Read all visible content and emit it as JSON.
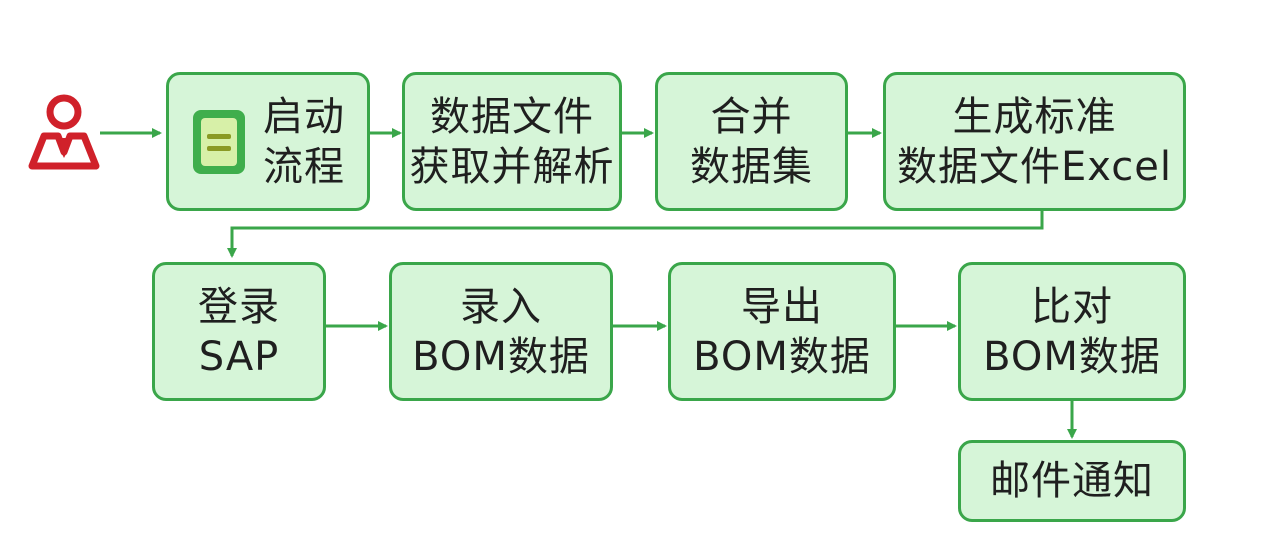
{
  "colors": {
    "box_fill": "#d6f5d8",
    "box_border": "#3aa64a",
    "arrow": "#3aa64a",
    "user_icon": "#d0212a",
    "start_icon_fill": "#3fae4c",
    "start_icon_inner": "#d7f0a8",
    "text": "#1f1f1f"
  },
  "icons": {
    "actor": "user-icon",
    "start": "document-list-icon"
  },
  "steps": {
    "start": {
      "line1": "启动",
      "line2": "流程"
    },
    "fetch_parse": {
      "line1": "数据文件",
      "line2": "获取并解析"
    },
    "merge": {
      "line1": "合并",
      "line2": "数据集"
    },
    "generate_excel": {
      "line1": "生成标准",
      "line2": "数据文件Excel"
    },
    "login_sap": {
      "line1": "登录",
      "line2": "SAP"
    },
    "enter_bom": {
      "line1": "录入",
      "line2": "BOM数据"
    },
    "export_bom": {
      "line1": "导出",
      "line2": "BOM数据"
    },
    "compare_bom": {
      "line1": "比对",
      "line2": "BOM数据"
    },
    "email_notify": {
      "line1": "邮件通知"
    }
  }
}
